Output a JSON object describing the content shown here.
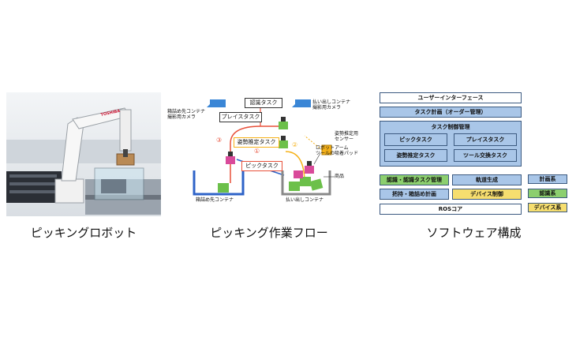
{
  "captions": {
    "robot": "ピッキングロボット",
    "flow": "ピッキング作業フロー",
    "software": "ソフトウェア構成"
  },
  "photo": {
    "logo": "TOSHIBA"
  },
  "flow": {
    "recognition_task": "認識タスク",
    "place_task": "プレイスタスク",
    "pose_task": "姿勢推定タスク",
    "pick_task": "ピックタスク",
    "dest_camera": "箱詰め先コンテナ\n撮影用カメラ",
    "src_camera": "払い出しコンテナ\n撮影用カメラ",
    "pose_sensor": "姿勢推定用\nセンサー",
    "suction_pad": "ロボットアーム\nツールの吸着パッド",
    "product": "商品",
    "dest_container": "箱詰め先コンテナ",
    "src_container": "払い出しコンテナ",
    "step1": "①",
    "step2": "②",
    "step3": "③",
    "colors": {
      "place_path": "#e8503a",
      "pick_path": "#f6b21a",
      "pose_path": "#2e63c8",
      "camera": "#3a86d6",
      "product": "#6cc04a",
      "sensor": "#f6b21a"
    }
  },
  "software": {
    "ui": "ユーザーインターフェース",
    "task_plan": "タスク計画（オーダー管理）",
    "task_control": "タスク制御管理",
    "pick_task": "ピックタスク",
    "place_task": "プレイスタスク",
    "pose_task": "姿勢推定タスク",
    "tool_task": "ツール交換タスク",
    "recog_mgmt": "認識・認識タスク管理",
    "trajectory": "軌道生成",
    "grip_pack": "把持・箱詰め計画",
    "device_ctrl": "デバイス制御",
    "ros_core": "ROSコア",
    "legend": [
      {
        "label": "計画系",
        "color": "#a9c6e8"
      },
      {
        "label": "認識系",
        "color": "#8ccf6e"
      },
      {
        "label": "デバイス系",
        "color": "#f6de6f"
      }
    ]
  }
}
